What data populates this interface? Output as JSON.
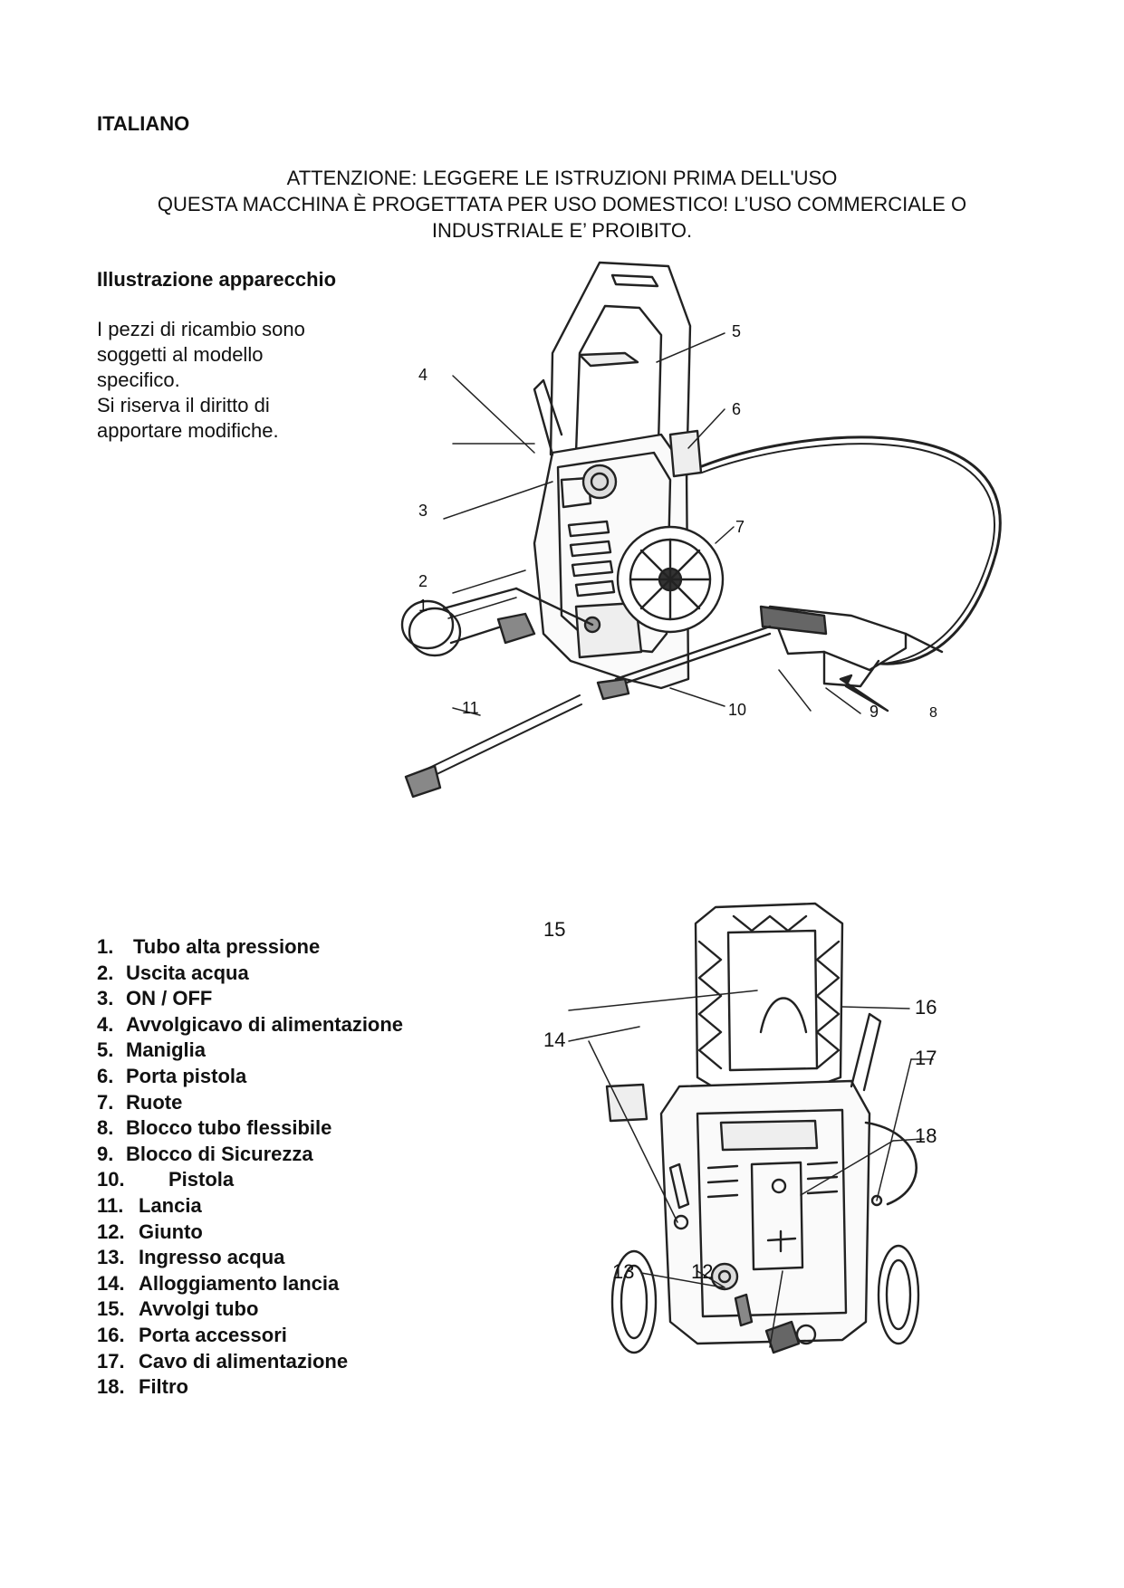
{
  "header": {
    "language": "ITALIANO"
  },
  "warning": {
    "lines": [
      "ATTENZIONE: LEGGERE LE ISTRUZIONI PRIMA DELL'USO",
      "QUESTA MACCHINA È PROGETTATA PER USO DOMESTICO! L’USO COMMERCIALE O",
      "INDUSTRIALE E’ PROIBITO."
    ]
  },
  "illustration": {
    "title": "Illustrazione apparecchio",
    "text_lines": [
      "I pezzi di ricambio sono",
      "soggetti al modello",
      "specifico.",
      "Si riserva il diritto di",
      "apportare modifiche."
    ]
  },
  "figure1": {
    "callouts": [
      "1",
      "2",
      "3",
      "4",
      "5",
      "6",
      "7",
      "8",
      "9",
      "10",
      "11"
    ]
  },
  "figure2": {
    "callouts": [
      "12",
      "13",
      "14",
      "15",
      "16",
      "17",
      "18"
    ]
  },
  "parts": [
    {
      "num": "1.",
      "label": "Tubo alta pressione"
    },
    {
      "num": "2.",
      "label": "Uscita acqua"
    },
    {
      "num": "3.",
      "label": "ON / OFF"
    },
    {
      "num": "4.",
      "label": "Avvolgicavo di alimentazione"
    },
    {
      "num": "5.",
      "label": "Maniglia"
    },
    {
      "num": "6.",
      "label": "Porta pistola"
    },
    {
      "num": "7.",
      "label": "Ruote"
    },
    {
      "num": "8.",
      "label": "Blocco tubo flessibile"
    },
    {
      "num": "9.",
      "label": "Blocco di Sicurezza"
    },
    {
      "num": "10.",
      "label": "Pistola"
    },
    {
      "num": "11.",
      "label": "Lancia"
    },
    {
      "num": "12.",
      "label": "Giunto"
    },
    {
      "num": "13.",
      "label": "Ingresso acqua"
    },
    {
      "num": "14.",
      "label": "Alloggiamento lancia"
    },
    {
      "num": "15.",
      "label": "Avvolgi tubo"
    },
    {
      "num": "16.",
      "label": "Porta accessori"
    },
    {
      "num": "17.",
      "label": "Cavo di alimentazione"
    },
    {
      "num": "18.",
      "label": "Filtro"
    }
  ]
}
